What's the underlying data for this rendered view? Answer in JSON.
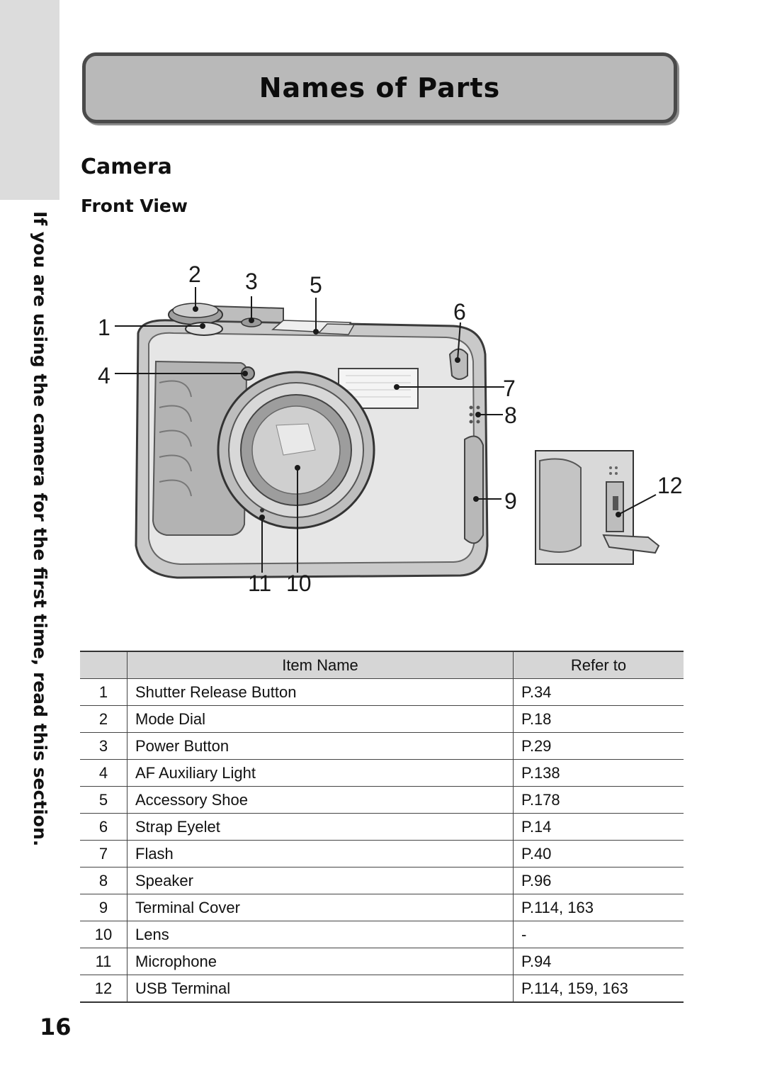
{
  "side_note": "If you are using the camera for the first time, read this section.",
  "title": "Names of Parts",
  "section": "Camera",
  "subsection": "Front View",
  "callouts": [
    "1",
    "2",
    "3",
    "4",
    "5",
    "6",
    "7",
    "8",
    "9",
    "10",
    "11",
    "12"
  ],
  "table": {
    "headers": [
      "",
      "Item Name",
      "Refer to"
    ],
    "rows": [
      {
        "no": "1",
        "name": "Shutter Release Button",
        "ref": "P.34"
      },
      {
        "no": "2",
        "name": "Mode Dial",
        "ref": "P.18"
      },
      {
        "no": "3",
        "name": "Power Button",
        "ref": "P.29"
      },
      {
        "no": "4",
        "name": "AF Auxiliary Light",
        "ref": "P.138"
      },
      {
        "no": "5",
        "name": "Accessory Shoe",
        "ref": "P.178"
      },
      {
        "no": "6",
        "name": "Strap Eyelet",
        "ref": "P.14"
      },
      {
        "no": "7",
        "name": "Flash",
        "ref": "P.40"
      },
      {
        "no": "8",
        "name": "Speaker",
        "ref": "P.96"
      },
      {
        "no": "9",
        "name": "Terminal Cover",
        "ref": "P.114, 163"
      },
      {
        "no": "10",
        "name": "Lens",
        "ref": "-"
      },
      {
        "no": "11",
        "name": "Microphone",
        "ref": "P.94"
      },
      {
        "no": "12",
        "name": "USB Terminal",
        "ref": "P.114, 159, 163"
      }
    ]
  },
  "page_number": "16"
}
